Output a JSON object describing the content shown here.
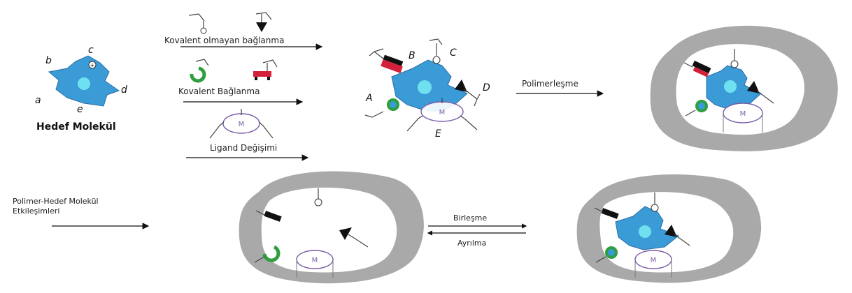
{
  "target": {
    "title": "Hedef Molekül",
    "sites": [
      "a",
      "b",
      "c",
      "d",
      "e"
    ]
  },
  "interactions": {
    "noncovalent": "Kovalent olmayan bağlanma",
    "covalent": "Kovalent Bağlanma",
    "ligand": "Ligand Değişimi"
  },
  "complex": {
    "labels": [
      "A",
      "B",
      "C",
      "D",
      "E"
    ]
  },
  "steps": {
    "polymerization": "Polimerleşme",
    "interactions_line1": "Polimer-Hedef Molekül",
    "interactions_line2": "Etkileşimleri",
    "binding": "Birleşme",
    "release": "Ayrılma"
  },
  "symbols": {
    "metal": "M",
    "charge": "+"
  },
  "colors": {
    "target_blue": "#3a9bd6",
    "target_core": "#6fe0f0",
    "polymer_gray": "#a9a9a9",
    "green": "#2e9e3e",
    "red": "#d5203a",
    "purple": "#7a5ca8"
  }
}
